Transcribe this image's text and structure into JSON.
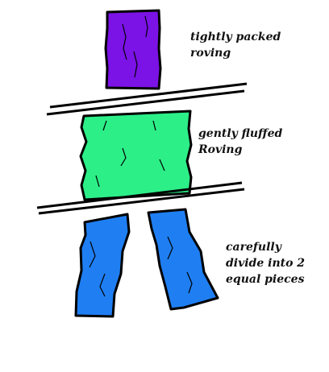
{
  "colors": {
    "packed_roving": "#7b12e6",
    "fluffed_roving": "#2cef88",
    "divided_roving": "#1f7ff2",
    "outline": "#000000",
    "background": "#ffffff"
  },
  "steps": [
    {
      "lines": [
        "tightly packed",
        "roving"
      ]
    },
    {
      "lines": [
        "gently fluffed",
        "Roving"
      ]
    },
    {
      "lines": [
        "carefully",
        "divide into 2",
        "equal pieces"
      ]
    }
  ]
}
